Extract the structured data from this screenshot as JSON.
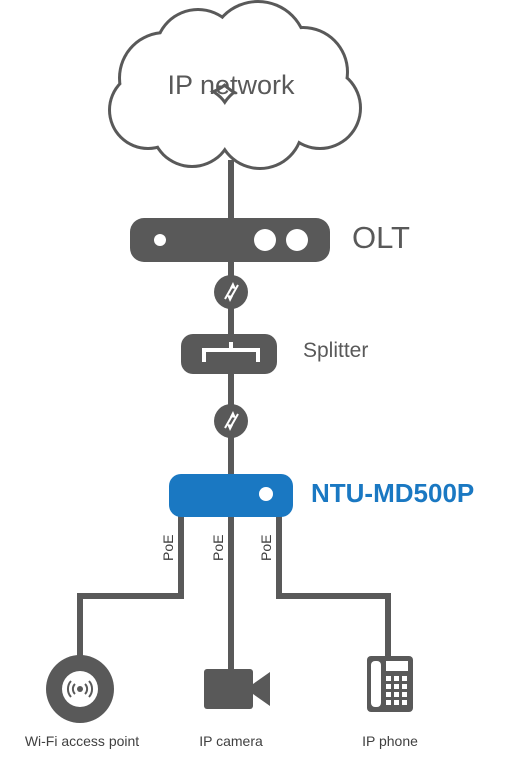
{
  "cloud": {
    "label": "IP network",
    "icon": "cloud-icon"
  },
  "olt": {
    "label": "OLT",
    "icon": "olt-icon"
  },
  "splitter": {
    "label": "Splitter",
    "icon": "splitter-icon"
  },
  "ntu": {
    "label": "NTU-MD500P",
    "icon": "ntu-icon"
  },
  "links": [
    {
      "label": "PoE"
    },
    {
      "label": "PoE"
    },
    {
      "label": "PoE"
    }
  ],
  "devices": [
    {
      "label": "Wi-Fi access point",
      "icon": "wifi-access-point-icon"
    },
    {
      "label": "IP camera",
      "icon": "video-camera-icon"
    },
    {
      "label": "IP phone",
      "icon": "phone-icon"
    }
  ],
  "colors": {
    "line": "#595959",
    "device": "#595959",
    "accent": "#1a78c2",
    "cloud_stroke": "#595959"
  }
}
